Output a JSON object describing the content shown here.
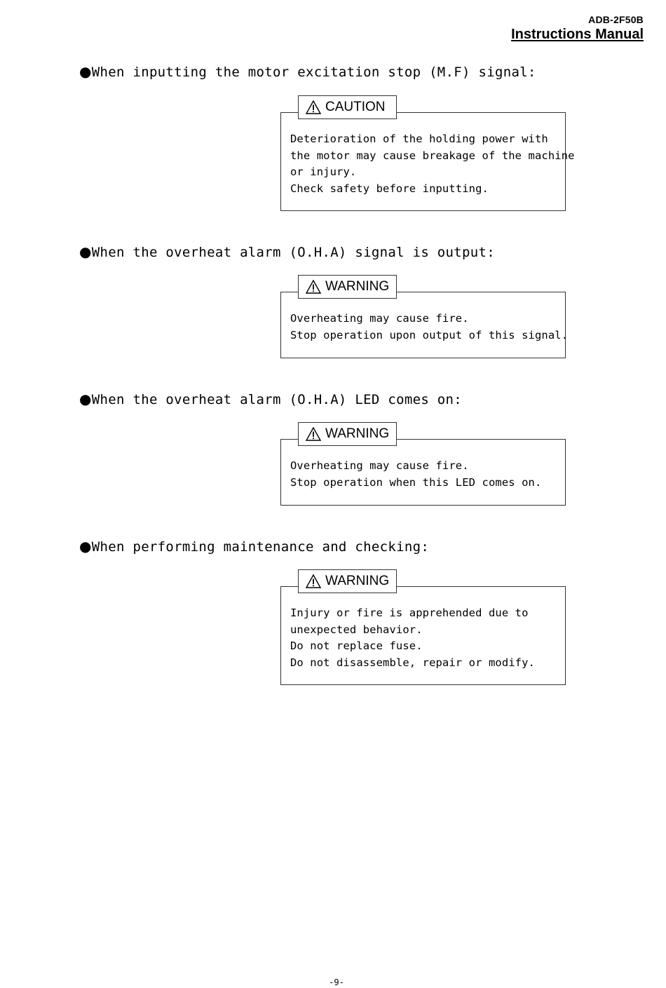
{
  "header": {
    "model": "ADB-2F50B",
    "title": "Instructions Manual"
  },
  "sections": [
    {
      "heading": "When inputting the motor excitation stop (M.F) signal:",
      "notice_type": "CAUTION",
      "lines": [
        "Deterioration of the holding power with",
        "the motor may cause breakage of the machine",
        "or injury.",
        "Check safety before inputting."
      ]
    },
    {
      "heading": "When the overheat alarm (O.H.A) signal is output:",
      "notice_type": "WARNING",
      "lines": [
        "Overheating may cause fire.",
        "Stop operation upon output of this signal."
      ]
    },
    {
      "heading": "When the overheat alarm (O.H.A) LED comes on:",
      "notice_type": "WARNING",
      "lines": [
        "Overheating may cause fire.",
        "Stop operation when this LED comes on."
      ]
    },
    {
      "heading": "When performing maintenance and checking:",
      "notice_type": "WARNING",
      "lines": [
        "Injury or fire is apprehended due to",
        "unexpected behavior.",
        "Do not replace fuse.",
        "Do not disassemble, repair or modify."
      ]
    }
  ],
  "bullet": "●",
  "icons": {
    "notice": "warning-triangle-icon"
  },
  "page_number": "-9-"
}
